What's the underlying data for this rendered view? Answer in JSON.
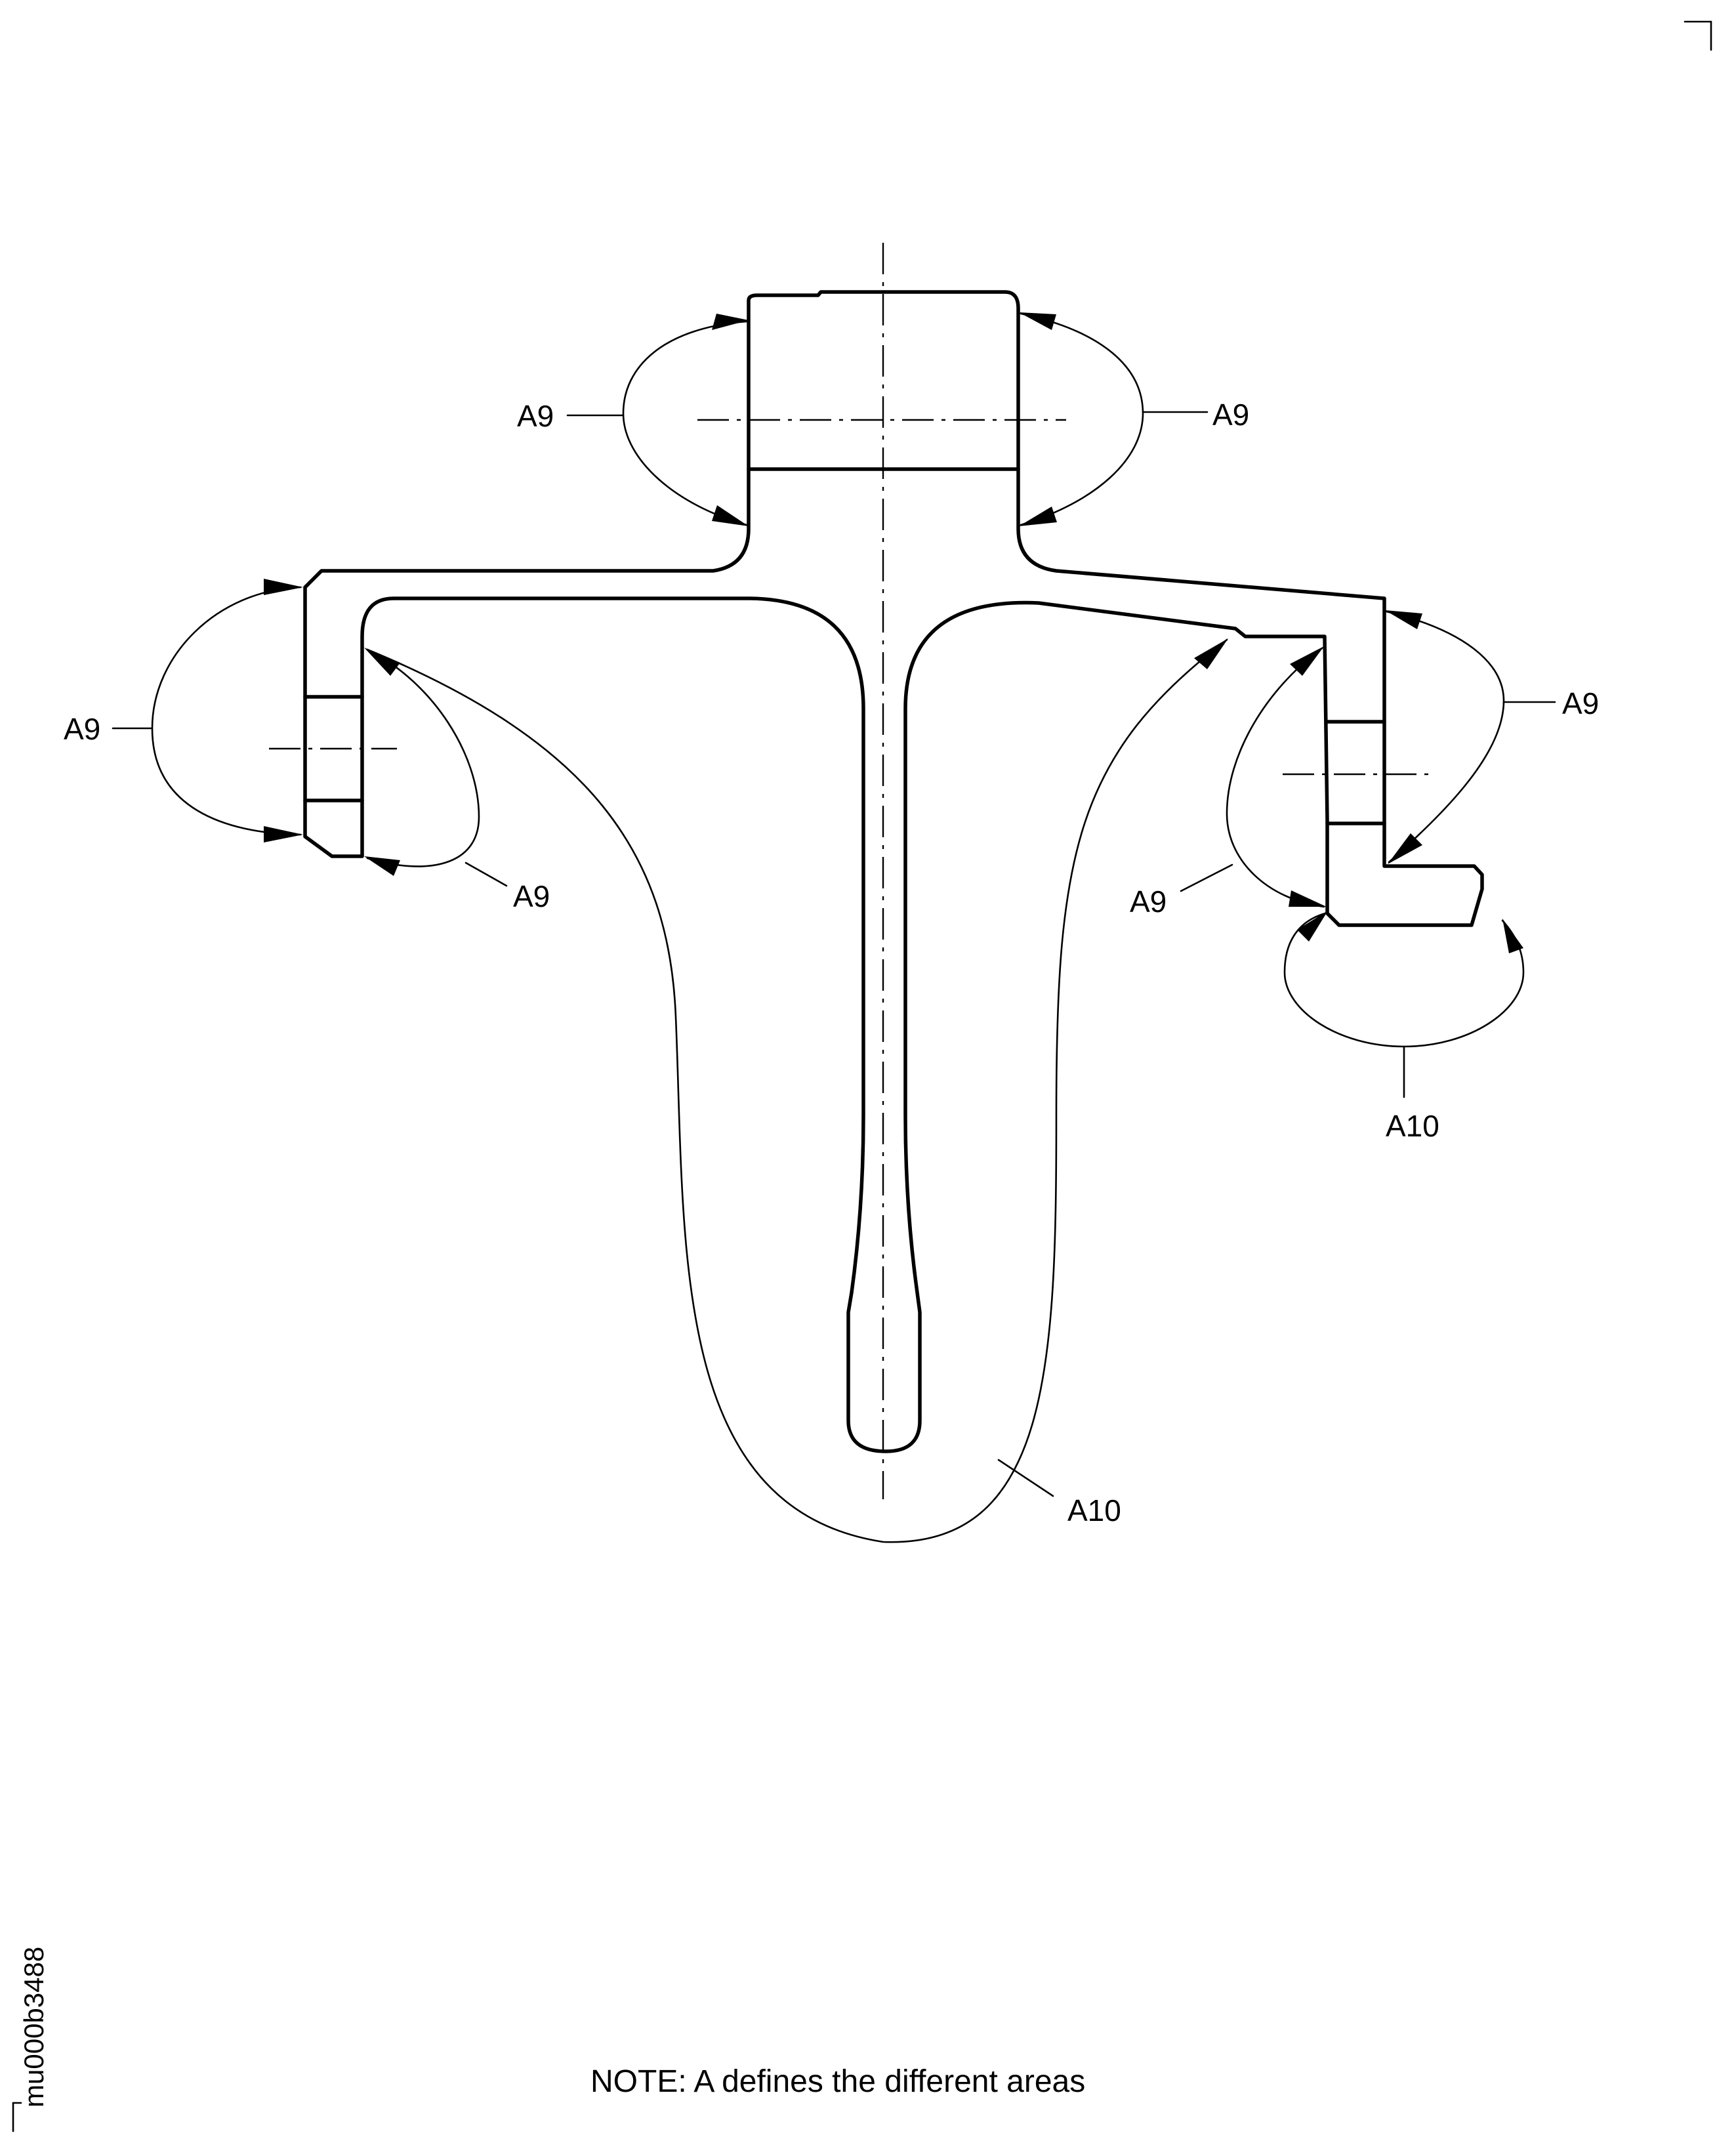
{
  "labels": {
    "a9_top_left": "A9",
    "a9_top_right": "A9",
    "a9_left": "A9",
    "a9_left_inner": "A9",
    "a9_right": "A9",
    "a9_right_inner": "A9",
    "a10_right": "A10",
    "a10_bottom": "A10"
  },
  "note": "NOTE: A defines the different areas",
  "reference": "mu000b3488"
}
